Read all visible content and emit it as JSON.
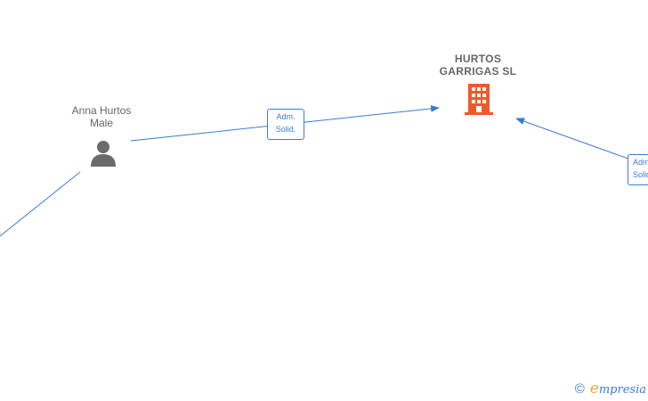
{
  "nodes": {
    "person": {
      "name_line1": "Anna Hurtos",
      "name_line2": "Male"
    },
    "company": {
      "name_line1": "HURTOS",
      "name_line2": "GARRIGAS  SL"
    }
  },
  "edges": {
    "main": {
      "line1": "Adm.",
      "line2": "Solid."
    },
    "right": {
      "line1": "Adm.",
      "line2": "Solid."
    }
  },
  "footer": {
    "copyright_symbol": "©",
    "brand_initial": "e",
    "brand_rest": "mpresia"
  },
  "colors": {
    "edge": "#3a7bd5",
    "company_icon": "#f05a28",
    "person_icon": "#6b6b6b",
    "text": "#666666"
  }
}
